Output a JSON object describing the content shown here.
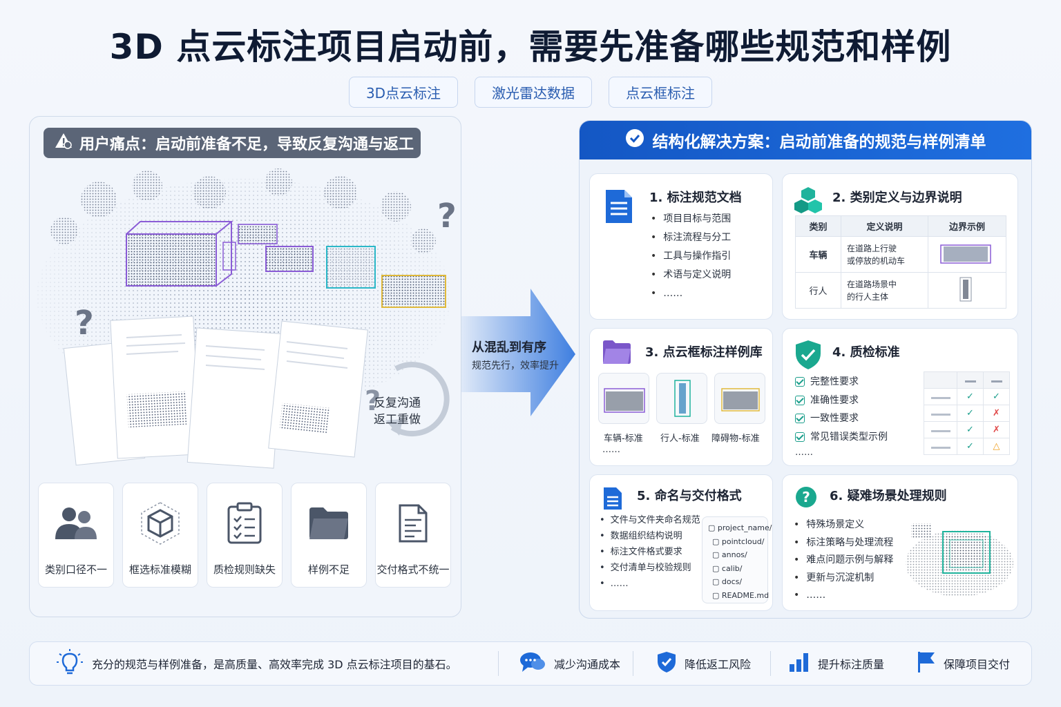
{
  "title": "3D 点云标注项目启动前，需要先准备哪些规范和样例",
  "tags": [
    "3D点云标注",
    "激光雷达数据",
    "点云框标注"
  ],
  "pain": {
    "header": "用户痛点：启动前准备不足，导致反复沟通与返工",
    "loop_label_1": "反复沟通",
    "loop_label_2": "返工重做",
    "cards": [
      {
        "label": "类别口径不一",
        "icon": "users-icon"
      },
      {
        "label": "框选标准模糊",
        "icon": "cube-icon"
      },
      {
        "label": "质检规则缺失",
        "icon": "clipboard-icon"
      },
      {
        "label": "样例不足",
        "icon": "folder-icon"
      },
      {
        "label": "交付格式不统一",
        "icon": "document-icon"
      }
    ]
  },
  "arrow": {
    "line1": "从混乱到有序",
    "line2": "规范先行，效率提升"
  },
  "solution": {
    "header": "结构化解决方案：启动前准备的规范与样例清单",
    "card1": {
      "title": "1. 标注规范文档",
      "items": [
        "项目目标与范围",
        "标注流程与分工",
        "工具与操作指引",
        "术语与定义说明",
        "……"
      ]
    },
    "card2": {
      "title": "2. 类别定义与边界说明",
      "headers": [
        "类别",
        "定义说明",
        "边界示例"
      ],
      "rows": [
        {
          "category": "车辆",
          "definition_1": "在道路上行驶",
          "definition_2": "或停放的机动车"
        },
        {
          "category": "行人",
          "definition_1": "在道路场景中",
          "definition_2": "的行人主体"
        }
      ]
    },
    "card3": {
      "title": "3. 点云框标注样例库",
      "labels": [
        "车辆-标准",
        "行人-标准",
        "障碍物-标准"
      ],
      "more": "……"
    },
    "card4": {
      "title": "4. 质检标准",
      "items": [
        "完整性要求",
        "准确性要求",
        "一致性要求",
        "常见错误类型示例"
      ],
      "more": "……",
      "marks": [
        [
          "✓",
          "✓"
        ],
        [
          "✓",
          "✗"
        ],
        [
          "✓",
          "✗"
        ],
        [
          "✓",
          "△"
        ]
      ]
    },
    "card5": {
      "title": "5. 命名与交付格式",
      "items": [
        "文件与文件夹命名规范",
        "数据组织结构说明",
        "标注文件格式要求",
        "交付清单与校验规则",
        "……"
      ],
      "tree": [
        "project_name/",
        "pointcloud/",
        "annos/",
        "calib/",
        "docs/",
        "README.md"
      ]
    },
    "card6": {
      "title": "6. 疑难场景处理规则",
      "items": [
        "特殊场景定义",
        "标注策略与处理流程",
        "难点问题示例与解释",
        "更新与沉淀机制",
        "……"
      ]
    }
  },
  "bottom": {
    "main": "充分的规范与样例准备，是高质量、高效率完成 3D 点云标注项目的基石。",
    "benefits": [
      "减少沟通成本",
      "降低返工风险",
      "提升标注质量",
      "保障项目交付"
    ]
  },
  "colors": {
    "brand_blue": "#1457c4",
    "teal": "#1a9e8b",
    "pain_gray": "#5b6577",
    "red": "#e04848",
    "orange": "#f0a020"
  }
}
